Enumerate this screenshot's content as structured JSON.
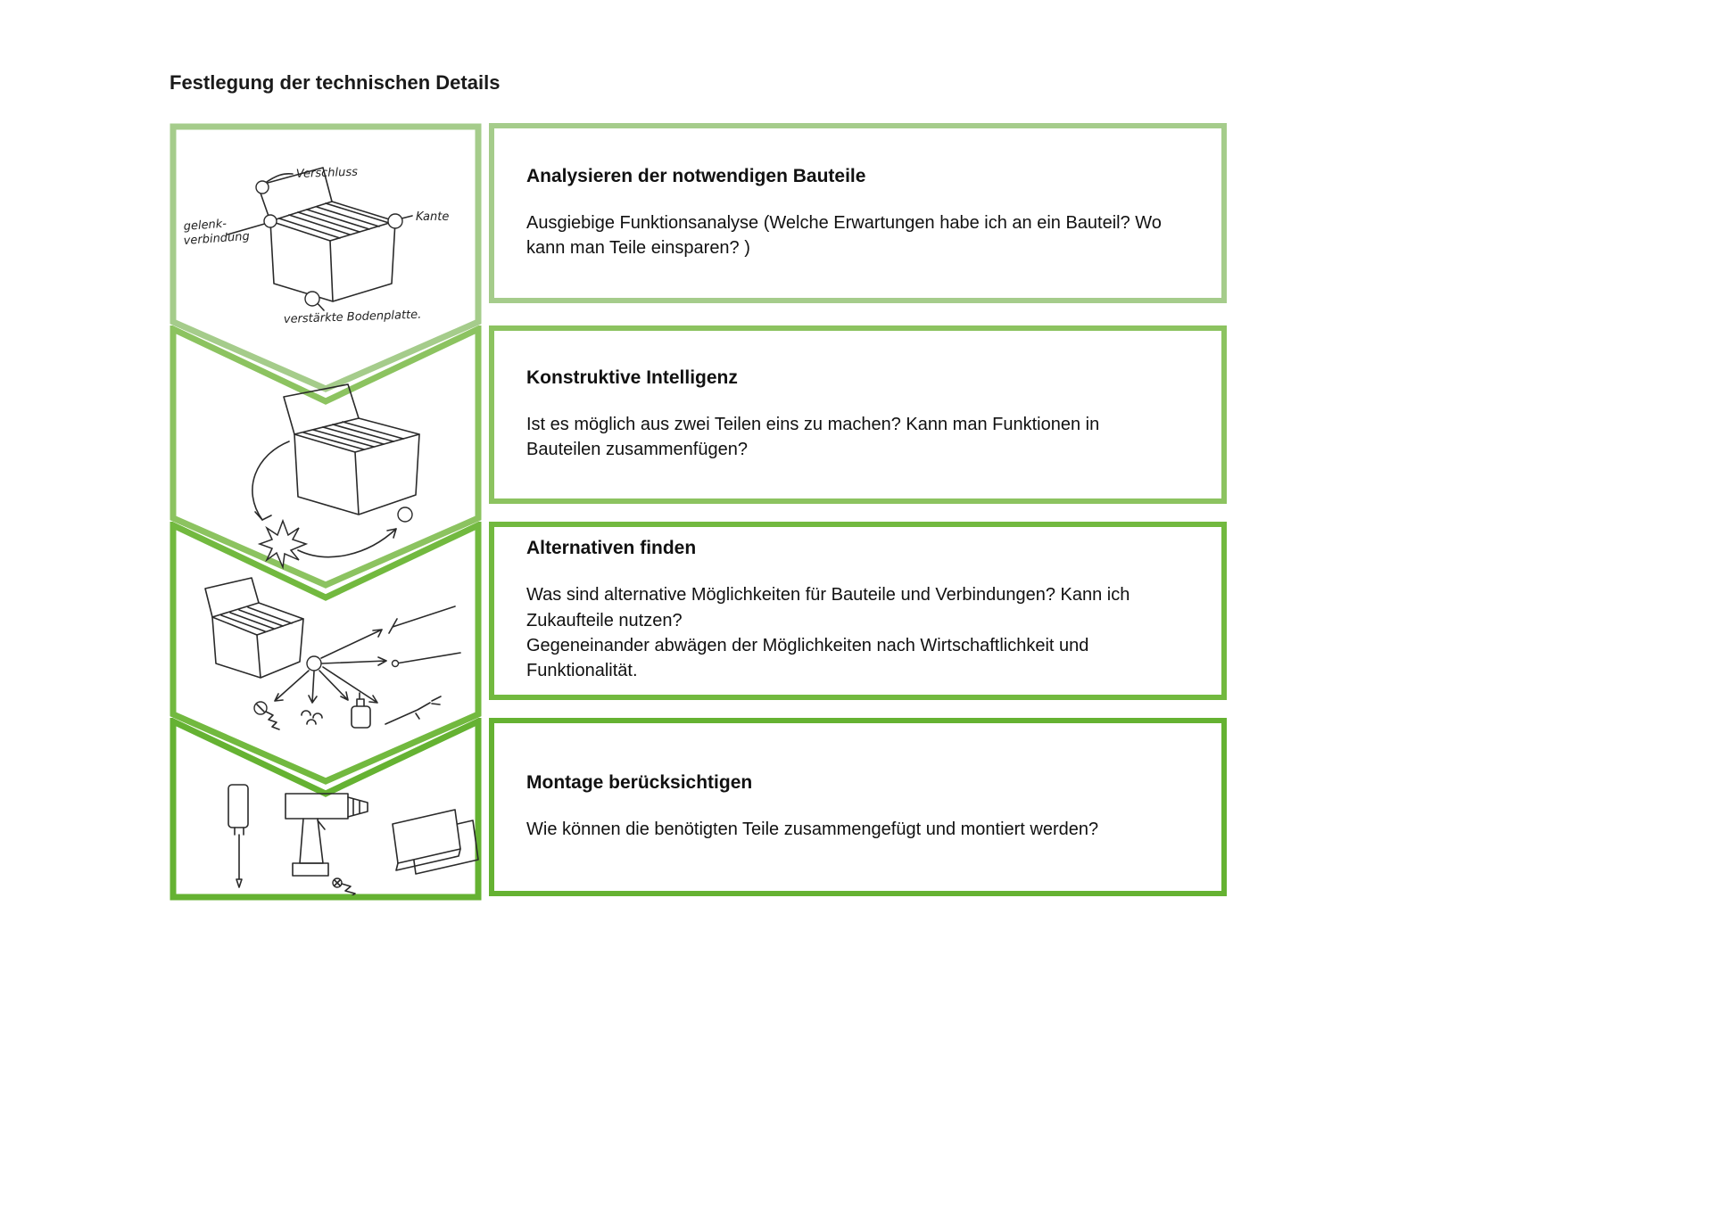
{
  "page": {
    "title": "Festlegung der technischen Details",
    "background": "#ffffff"
  },
  "palette": {
    "step1": "#a5cc8b",
    "step2": "#8cc360",
    "step3": "#72b93f",
    "step4": "#65b232",
    "text": "#111111",
    "sketch_ink": "#2a2a2a"
  },
  "steps": [
    {
      "title": "Analysieren der notwendigen Bauteile",
      "body": "Ausgiebige Funktionsanalyse (Welche Erwartungen habe ich an ein Bauteil? Wo kann man Teile einsparen? )",
      "sketch": "annotated-box-sketch",
      "labels": {
        "latch": "Verschluss",
        "edge": "Kante",
        "hinge_line1": "gelenk-",
        "hinge_line2": "verbindung",
        "base": "verstärkte Bodenplatte."
      }
    },
    {
      "title": "Konstruktive Intelligenz",
      "body": "Ist es möglich aus zwei Teilen eins zu machen? Kann man Funktionen in Bauteilen zusammenfügen?",
      "sketch": "box-merge-spark-sketch"
    },
    {
      "title": "Alternativen finden",
      "body": "Was sind alternative Möglichkeiten für Bauteile und Verbindungen? Kann ich Zukaufteile nutzen?\nGegeneinander abwägen der Möglichkeiten nach Wirtschaftlichkeit und Funktionalität.",
      "sketch": "box-alternatives-sketch"
    },
    {
      "title": "Montage berücksichtigen",
      "body": "Wie können die benötigten Teile zusammengefügt und montiert werden?",
      "sketch": "tools-assembly-sketch"
    }
  ]
}
